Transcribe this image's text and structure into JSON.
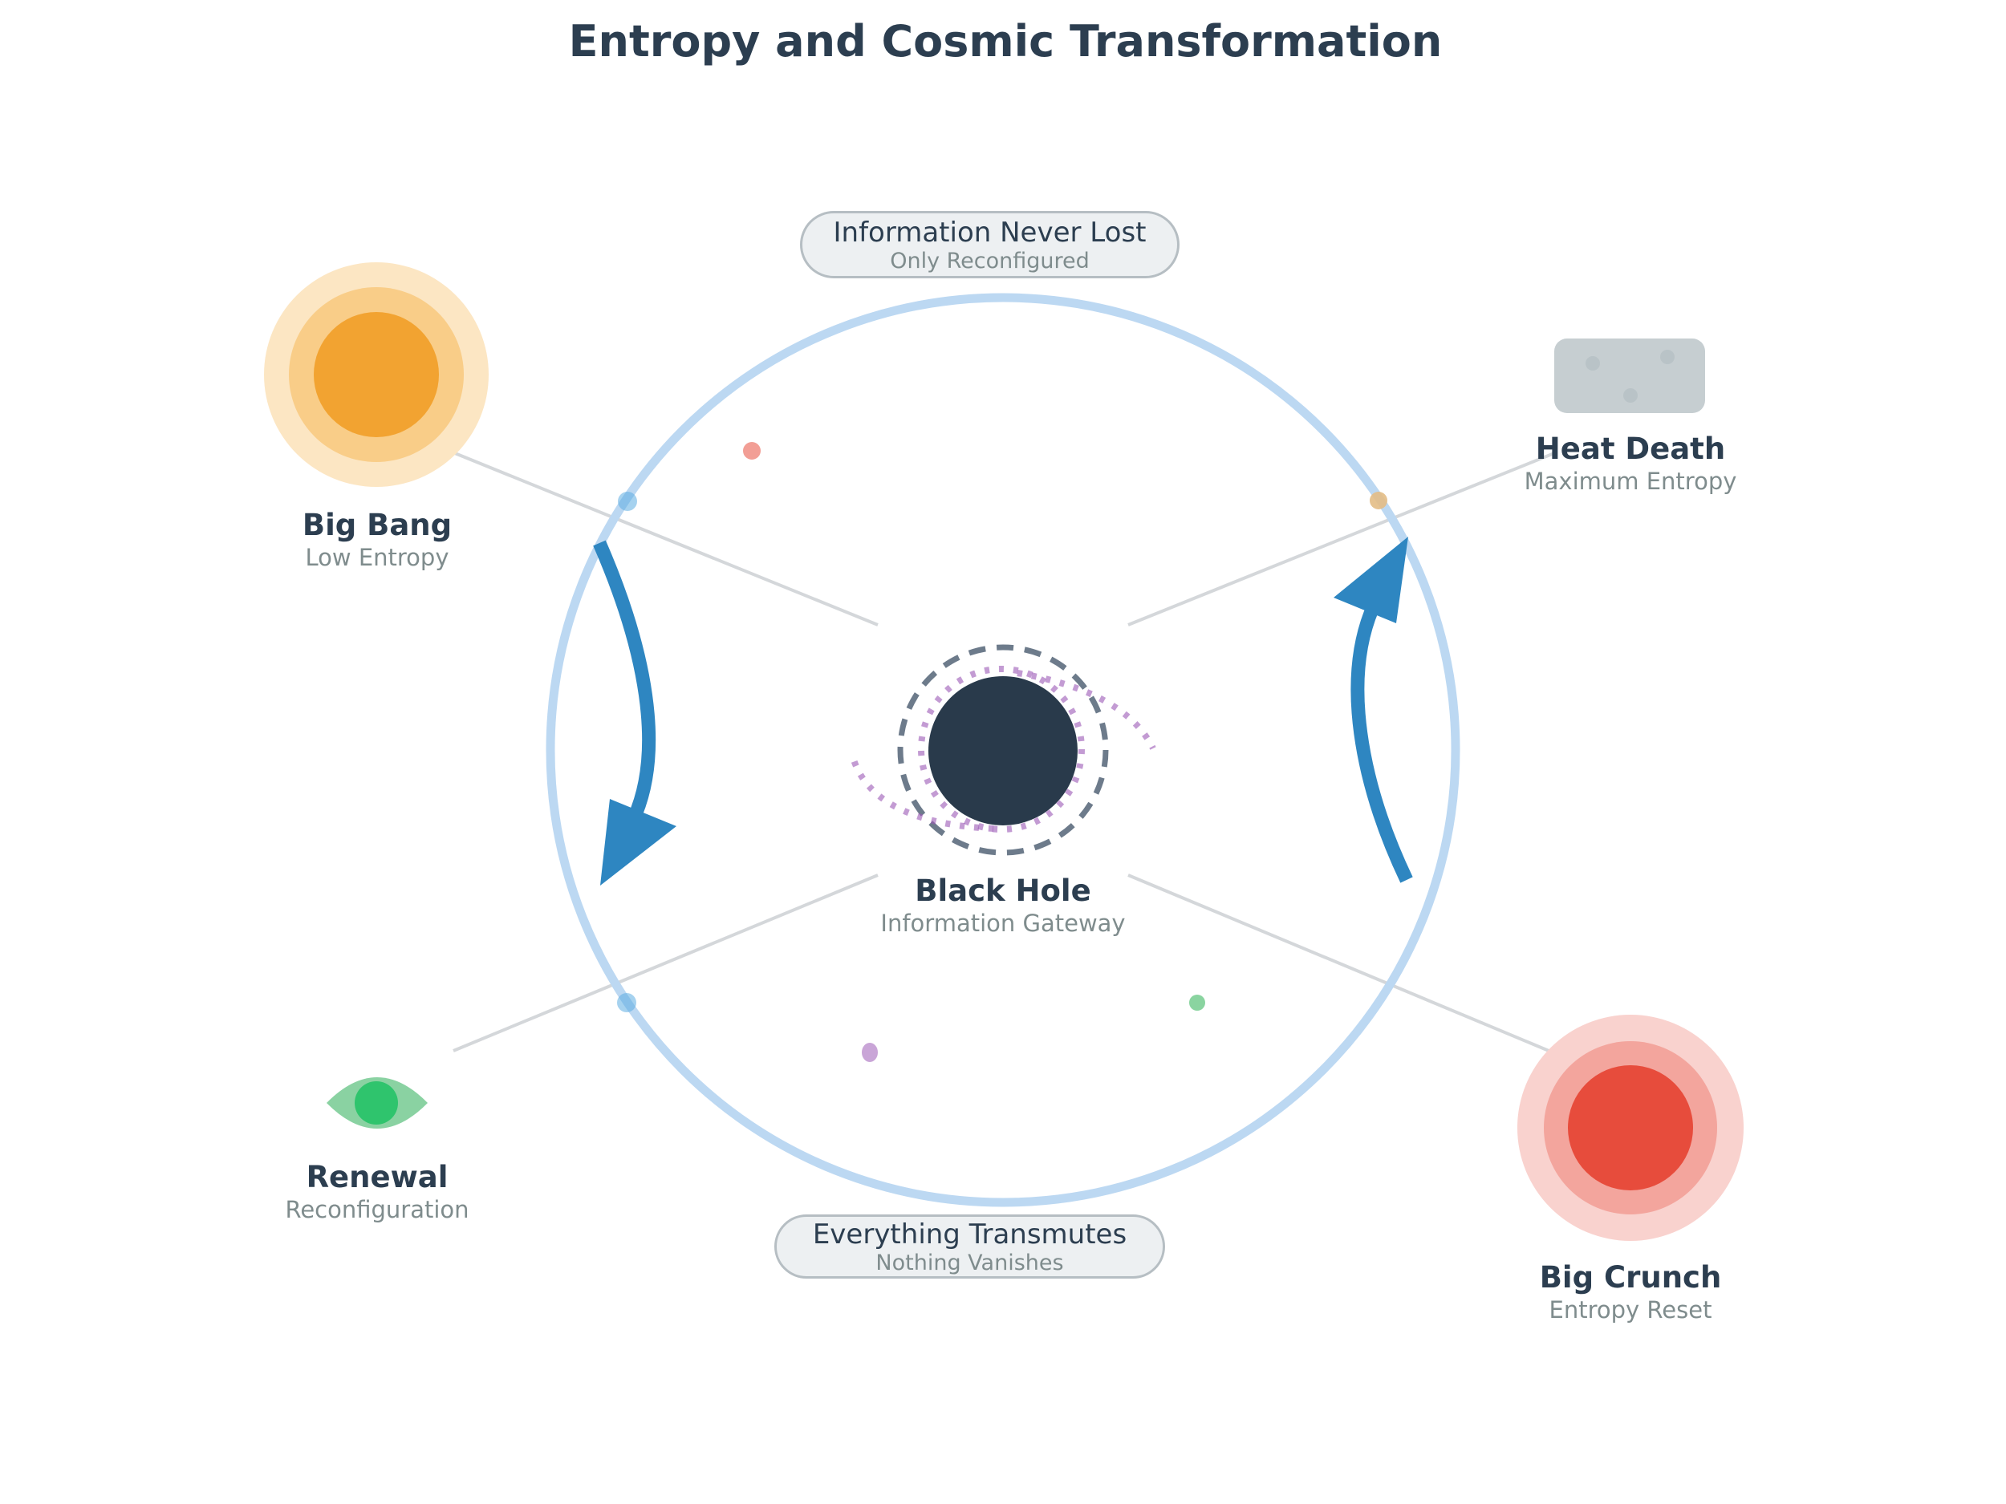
{
  "title": "Entropy and Cosmic Transformation",
  "banners": {
    "top": {
      "label": "Information Never Lost",
      "sublabel": "Only Reconfigured"
    },
    "bottom": {
      "label": "Everything Transmutes",
      "sublabel": "Nothing Vanishes"
    }
  },
  "nodes": {
    "big_bang": {
      "label": "Big Bang",
      "sublabel": "Low Entropy"
    },
    "heat_death": {
      "label": "Heat Death",
      "sublabel": "Maximum Entropy"
    },
    "black_hole": {
      "label": "Black Hole",
      "sublabel": "Information Gateway"
    },
    "renewal": {
      "label": "Renewal",
      "sublabel": "Reconfiguration"
    },
    "big_crunch": {
      "label": "Big Crunch",
      "sublabel": "Entropy Reset"
    }
  },
  "palette": {
    "title_text": "#2c3e50",
    "sublabel_text": "#7f8c8d",
    "cycle_ring": "#bcd8f2",
    "arrow_blue": "#2e86c1",
    "connector_gray": "#d4d7da",
    "sun_core": "#f2a331",
    "sun_mid": "#f9cd88",
    "sun_glow": "#fce6c3",
    "heat_rect": "#c6ced1",
    "heat_speckle": "#b9c3c7",
    "black_hole_core": "#293a4b",
    "event_horizon_gray": "#5d6d7e",
    "spiral_purple": "#9b59b6",
    "eye_iris": "#8ad2a2",
    "eye_pupil": "#2fc46d",
    "crunch_core": "#e74c3c",
    "crunch_mid": "#f3a59d",
    "crunch_glow": "#f9d2ce"
  },
  "particles": {
    "blue": "#5dade2",
    "salmon": "#f1948a",
    "tan": "#e3bd85",
    "green": "#7dcf96",
    "purple": "#c39bd3"
  }
}
